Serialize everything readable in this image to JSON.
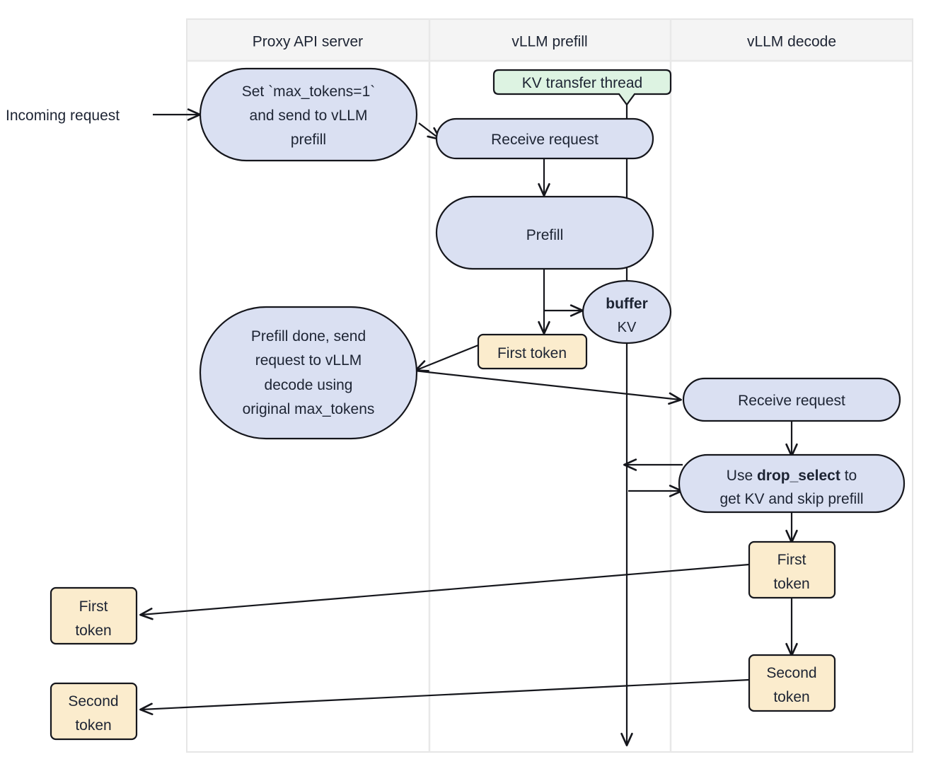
{
  "diagram": {
    "title": "vLLM disaggregated prefill sequence",
    "colors": {
      "process_fill": "#dae0f2",
      "token_fill": "#fbeccd",
      "note_fill": "#ddf3e2",
      "stroke": "#15161c",
      "lane_header_fill": "#f4f4f4",
      "lane_body_fill": "#ffffff",
      "lane_border": "#e6e6e6",
      "text": "#1d2433"
    },
    "lanes": [
      {
        "id": "proxy",
        "label": "Proxy API server"
      },
      {
        "id": "prefill",
        "label": "vLLM prefill"
      },
      {
        "id": "decode",
        "label": "vLLM decode"
      }
    ],
    "external_labels": [
      {
        "id": "incoming-request",
        "text": "Incoming request"
      }
    ],
    "nodes": [
      {
        "id": "proxy-set-max-tokens",
        "lane": "proxy",
        "shape": "stadium",
        "kind": "process",
        "lines": [
          "Set `max_tokens=1`",
          "and send to vLLM",
          "prefill"
        ]
      },
      {
        "id": "prefill-receive-request",
        "lane": "prefill",
        "shape": "stadium",
        "kind": "process",
        "lines": [
          "Receive request"
        ]
      },
      {
        "id": "prefill-prefill",
        "lane": "prefill",
        "shape": "stadium",
        "kind": "process",
        "lines": [
          "Prefill"
        ]
      },
      {
        "id": "kv-transfer-thread",
        "lane": "prefill",
        "shape": "note",
        "kind": "note",
        "lines": [
          "KV transfer thread"
        ]
      },
      {
        "id": "buffer-kv",
        "lane": "prefill",
        "shape": "ellipse",
        "kind": "process",
        "lines": [
          "buffer",
          "KV"
        ],
        "bold_lines": [
          0
        ]
      },
      {
        "id": "prefill-first-token",
        "lane": "prefill",
        "shape": "rect",
        "kind": "token",
        "lines": [
          "First token"
        ]
      },
      {
        "id": "proxy-prefill-done",
        "lane": "proxy",
        "shape": "stadium",
        "kind": "process",
        "lines": [
          "Prefill done, send",
          "request to vLLM",
          "decode using",
          "original max_tokens"
        ]
      },
      {
        "id": "decode-receive-request",
        "lane": "decode",
        "shape": "stadium",
        "kind": "process",
        "lines": [
          "Receive request"
        ]
      },
      {
        "id": "decode-drop-select",
        "lane": "decode",
        "shape": "stadium",
        "kind": "process",
        "lines": [
          "Use drop_select to",
          "get KV and skip prefill"
        ],
        "rich": [
          [
            {
              "t": "Use ",
              "b": false
            },
            {
              "t": "drop_select",
              "b": true
            },
            {
              "t": " to",
              "b": false
            }
          ],
          [
            {
              "t": "get KV and skip prefill",
              "b": false
            }
          ]
        ]
      },
      {
        "id": "decode-first-token",
        "lane": "decode",
        "shape": "rect",
        "kind": "token",
        "lines": [
          "First",
          "token"
        ]
      },
      {
        "id": "decode-second-token",
        "lane": "decode",
        "shape": "rect",
        "kind": "token",
        "lines": [
          "Second",
          "token"
        ]
      },
      {
        "id": "out-first-token",
        "lane": "external",
        "shape": "rect",
        "kind": "token",
        "lines": [
          "First",
          "token"
        ]
      },
      {
        "id": "out-second-token",
        "lane": "external",
        "shape": "rect",
        "kind": "token",
        "lines": [
          "Second",
          "token"
        ]
      }
    ],
    "edges": [
      {
        "id": "edge-incoming-to-proxy",
        "from": "incoming-request",
        "to": "proxy-set-max-tokens"
      },
      {
        "id": "edge-proxy-to-prefill-receive",
        "from": "proxy-set-max-tokens",
        "to": "prefill-receive-request"
      },
      {
        "id": "edge-receive-to-prefill",
        "from": "prefill-receive-request",
        "to": "prefill-prefill"
      },
      {
        "id": "edge-prefill-to-first-token",
        "from": "prefill-prefill",
        "to": "prefill-first-token"
      },
      {
        "id": "edge-prefill-to-buffer",
        "from": "prefill-prefill",
        "to": "buffer-kv"
      },
      {
        "id": "edge-kvthread-line",
        "from": "kv-transfer-thread",
        "to": "kv-transfer-end"
      },
      {
        "id": "edge-first-token-to-proxy-done",
        "from": "prefill-first-token",
        "to": "proxy-prefill-done"
      },
      {
        "id": "edge-proxy-done-to-decode-recv",
        "from": "proxy-prefill-done",
        "to": "decode-receive-request"
      },
      {
        "id": "edge-decode-recv-to-drop-select",
        "from": "decode-receive-request",
        "to": "decode-drop-select"
      },
      {
        "id": "edge-drop-select-to-kvline",
        "from": "decode-drop-select",
        "to": "kv-transfer-thread"
      },
      {
        "id": "edge-kvline-to-drop-select",
        "from": "kv-transfer-thread",
        "to": "decode-drop-select"
      },
      {
        "id": "edge-drop-select-to-first-token",
        "from": "decode-drop-select",
        "to": "decode-first-token"
      },
      {
        "id": "edge-first-to-second-token",
        "from": "decode-first-token",
        "to": "decode-second-token"
      },
      {
        "id": "edge-decode-first-to-out-first",
        "from": "decode-first-token",
        "to": "out-first-token"
      },
      {
        "id": "edge-decode-second-to-out-second",
        "from": "decode-second-token",
        "to": "out-second-token"
      }
    ]
  }
}
